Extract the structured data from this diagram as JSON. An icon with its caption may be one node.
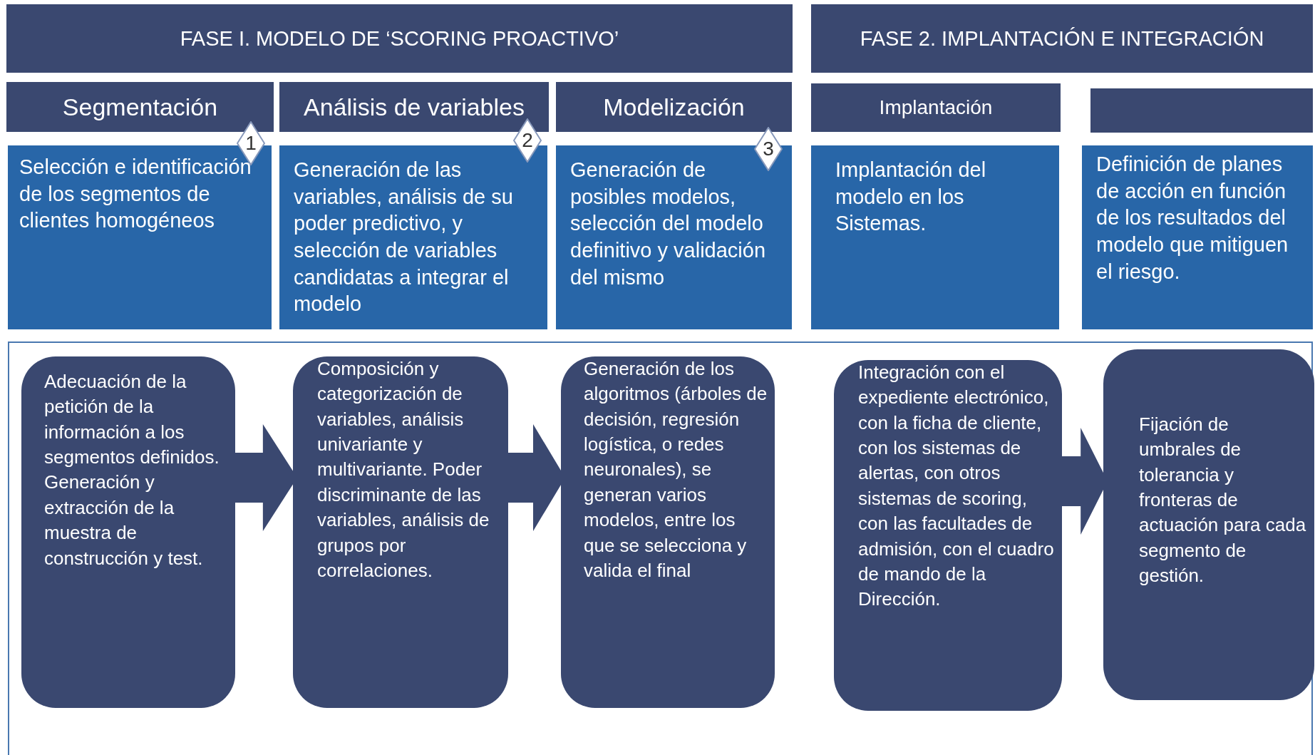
{
  "diagram": {
    "nodes": [
      {
        "text": [
          "FASE I. MODELO DE ‘SCORING PROACTIVO’"
        ]
      },
      {
        "text": [
          "FASE 2. IMPLANTACIÓN E INTEGRACIÓN"
        ]
      },
      {
        "text": [
          "Segmentación"
        ]
      },
      {
        "text": [
          "1"
        ]
      },
      {
        "text": [
          "Análisis de variables"
        ]
      },
      {
        "text": [
          "2"
        ]
      },
      {
        "text": [
          "Modelización"
        ]
      },
      {
        "text": [
          "3"
        ]
      },
      {
        "text": [
          "Implantación"
        ]
      },
      {
        "text": [],
        "shape": "box"
      },
      {
        "text": [
          "Selección e identificación de los segmentos de clientes homogéneos"
        ]
      },
      {
        "text": [
          "Generación de las variables, análisis de su poder predictivo, y selección de variables candidatas a integrar el modelo"
        ]
      },
      {
        "text": [
          "Generación de posibles modelos, selección del modelo definitivo y validación del mismo"
        ]
      },
      {
        "text": [
          "Implantación del modelo en los Sistemas."
        ]
      },
      {
        "text": [
          "Definición de planes de acción en función de los resultados del modelo que mitiguen el riesgo."
        ]
      },
      {
        "text": [],
        "shape": "box"
      },
      {
        "text": [
          "Adecuación de la petición de la información a los segmentos definidos. Generación y extracción de la muestra de construcción y test."
        ],
        "in": 15
      },
      {
        "text": [
          "Composición y categorización de variables, análisis univariante y multivariante. Poder discriminante de las variables, análisis de grupos por correlaciones."
        ],
        "in": 15
      },
      {
        "text": [
          "Generación de los algoritmos (árboles de decisión, regresión logística, o redes neuronales), se generan varios modelos, entre los que se selecciona y valida el final"
        ],
        "in": 15
      },
      {
        "text": [
          "Integración con el expediente electrónico, con la ficha de cliente, con los sistemas de alertas, con otros sistemas de scoring, con las facultades de admisión, con el cuadro de mando de la Dirección."
        ],
        "in": 15
      },
      {
        "text": [
          "Fijación de umbrales de tolerancia y fronteras de actuación para cada segmento de gestión."
        ],
        "in": 15
      }
    ],
    "edges": [
      {
        "from": 16,
        "to": 17,
        "arrow": "to"
      },
      {
        "from": 17,
        "to": 18,
        "arrow": "to"
      },
      {
        "from": 19,
        "to": 20,
        "arrow": "to"
      }
    ]
  }
}
